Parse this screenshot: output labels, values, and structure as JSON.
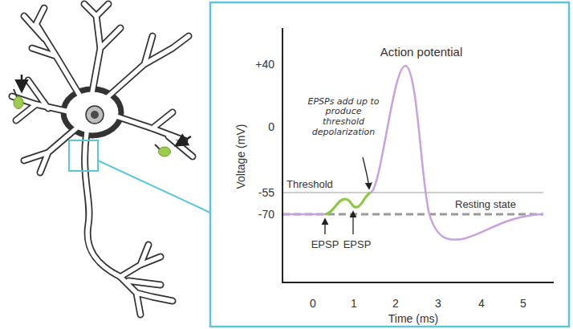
{
  "diagram": {
    "labels": [
      "Action potential",
      "+40",
      "EPSPs add up to produce threshold depolarization",
      "0",
      "Voltage (mV)",
      "Threshold",
      "-55",
      "Resting state",
      "-70",
      "EPSP",
      "EPSP",
      "0",
      "1",
      "2",
      "3",
      "4",
      "5",
      "Time (ms)"
    ]
  }
}
